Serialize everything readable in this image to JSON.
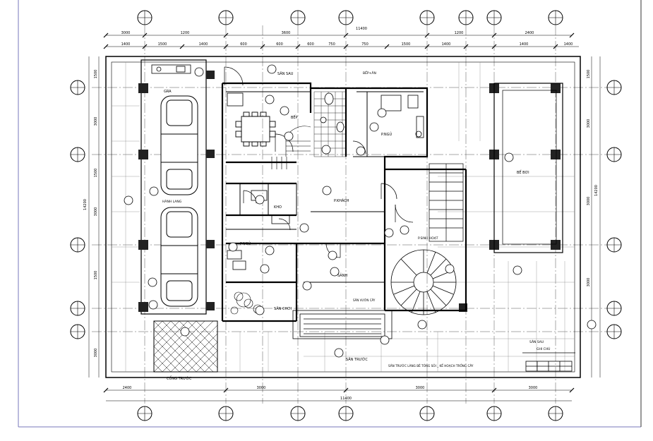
{
  "drawing": {
    "rooms": {
      "garage": "GRA",
      "front_yard": "SÂN TRƯỚC",
      "dining": "BẾP",
      "kitchen_top": "BẾP+ĂN",
      "bedroom": "P.NGỦ",
      "living": "P.KHÁCH",
      "sit": "SÂN CHƠI",
      "reading": "P.SINH HOẠT",
      "hall": "SẢNH",
      "storage": "KHO",
      "wc_room": "P.NGỦ",
      "void": "BỂ BƠI",
      "porch": "SÂN SAU",
      "hallway": "HÀNH LANG",
      "parking_label": "CỔNG TRƯỚC",
      "balcony": "SÂN SAU"
    },
    "notes": {
      "garden_note": "SÂN VƯỜN CÂY",
      "footer_note": "SÂN TRƯỚC LÀNG BÊ TÔNG SỎI _ KẾ HOẠCH TRỒNG CÂY",
      "legend_title": "GHI CHÚ"
    },
    "dimensions": {
      "overall_top": "11400",
      "overall_bottom": "11400",
      "overall_left": "14200",
      "overall_right": "14200",
      "top_segments": [
        "3000",
        "1200",
        "3600",
        "1200",
        "2400"
      ],
      "top_detail": [
        "1400",
        "1500",
        "1400",
        "600",
        "600",
        "600",
        "750",
        "750",
        "1500",
        "1400",
        "1400",
        "1400"
      ],
      "bottom_segments": [
        "2400",
        "3000",
        "3000",
        "3000"
      ],
      "left_segments": [
        "1500",
        "3000",
        "1500",
        "3000",
        "1500",
        "3000"
      ],
      "right_segments": [
        "1500",
        "3000",
        "3000",
        "3000"
      ]
    }
  }
}
